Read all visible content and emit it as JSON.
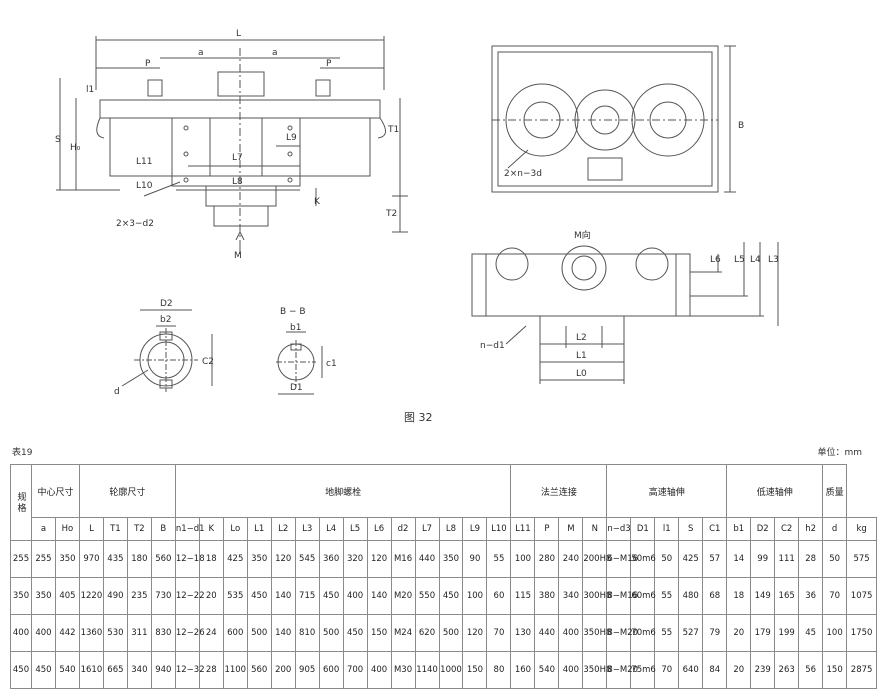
{
  "figure": {
    "caption": "图 32",
    "labels": {
      "L": "L",
      "a": "a",
      "P": "P",
      "l1": "l1",
      "S": "S",
      "Ho": "H₀",
      "T1": "T1",
      "T2": "T2",
      "L9": "L9",
      "L7": "L7",
      "L8": "L8",
      "L10": "L10",
      "L11": "L11",
      "K": "K",
      "M": "M",
      "bolt_2x3d2": "2×3−d2",
      "B": "B",
      "bolt_2xnd3": "2×n−3d",
      "M_view": "M向",
      "L2": "L2",
      "L1": "L1",
      "L0": "L0",
      "L3": "L3",
      "L4": "L4",
      "L5": "L5",
      "L6": "L6",
      "nd1": "n−d1",
      "D2": "D2",
      "b2": "b2",
      "C2": "C2",
      "d": "d",
      "section": "B − B",
      "b1": "b1",
      "c1": "c1",
      "D1": "D1"
    }
  },
  "table": {
    "id": "表19",
    "unit": "单位：mm",
    "spec_header": "规格",
    "groups": [
      {
        "label": "中心尺寸",
        "span": 2
      },
      {
        "label": "轮廓尺寸",
        "span": 4
      },
      {
        "label": "地脚螺栓",
        "span": 14
      },
      {
        "label": "法兰连接",
        "span": 4
      },
      {
        "label": "高速轴伸",
        "span": 5
      },
      {
        "label": "低速轴伸",
        "span": 4
      }
    ],
    "mass_header": "质量",
    "mass_unit": "kg",
    "columns": [
      "a",
      "Ho",
      "L",
      "T1",
      "T2",
      "B",
      "n1−d1",
      "K",
      "Lo",
      "L1",
      "L2",
      "L3",
      "L4",
      "L5",
      "L6",
      "d2",
      "L7",
      "L8",
      "L9",
      "L10",
      "L11",
      "P",
      "M",
      "N",
      "n−d3",
      "D1",
      "l1",
      "S",
      "C1",
      "b1",
      "D2",
      "C2",
      "h2",
      "d"
    ],
    "rows": [
      {
        "spec": "255",
        "cells": [
          "255",
          "350",
          "970",
          "435",
          "180",
          "560",
          "12−18",
          "18",
          "425",
          "350",
          "120",
          "545",
          "360",
          "320",
          "120",
          "M16",
          "440",
          "350",
          "90",
          "55",
          "100",
          "280",
          "240",
          "200H8",
          "6−M16",
          "50m6",
          "50",
          "425",
          "57",
          "14",
          "99",
          "111",
          "28",
          "50"
        ],
        "mass": "575"
      },
      {
        "spec": "350",
        "cells": [
          "350",
          "405",
          "1220",
          "490",
          "235",
          "730",
          "12−22",
          "20",
          "535",
          "450",
          "140",
          "715",
          "450",
          "400",
          "140",
          "M20",
          "550",
          "450",
          "100",
          "60",
          "115",
          "380",
          "340",
          "300H8",
          "8−M16",
          "60m6",
          "55",
          "480",
          "68",
          "18",
          "149",
          "165",
          "36",
          "70"
        ],
        "mass": "1075"
      },
      {
        "spec": "400",
        "cells": [
          "400",
          "442",
          "1360",
          "530",
          "311",
          "830",
          "12−26",
          "24",
          "600",
          "500",
          "140",
          "810",
          "500",
          "450",
          "150",
          "M24",
          "620",
          "500",
          "120",
          "70",
          "130",
          "440",
          "400",
          "350H8",
          "8−M20",
          "70m6",
          "55",
          "527",
          "79",
          "20",
          "179",
          "199",
          "45",
          "100"
        ],
        "mass": "1750"
      },
      {
        "spec": "450",
        "cells": [
          "450",
          "540",
          "1610",
          "665",
          "340",
          "940",
          "12−32",
          "28",
          "1100",
          "560",
          "200",
          "905",
          "600",
          "700",
          "400",
          "M30",
          "1140",
          "1000",
          "150",
          "80",
          "160",
          "540",
          "400",
          "350H8",
          "8−M20",
          "75m6",
          "70",
          "640",
          "84",
          "20",
          "239",
          "263",
          "56",
          "150"
        ],
        "mass": "2875"
      }
    ]
  }
}
